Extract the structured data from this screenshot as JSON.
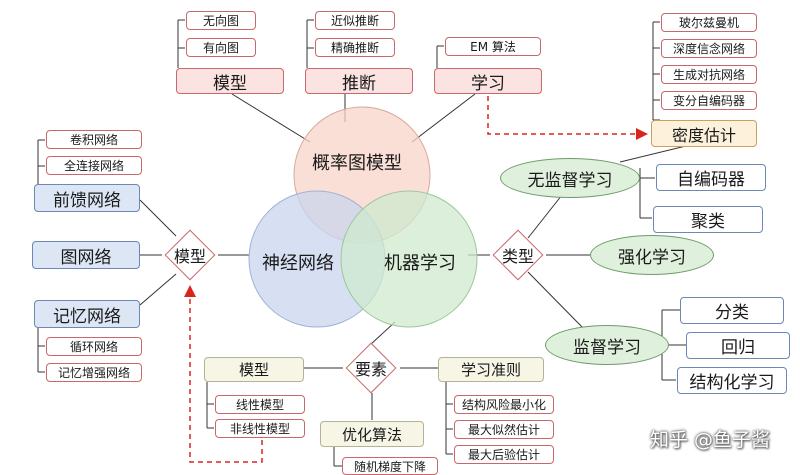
{
  "venn": {
    "pgm": "概率图模型",
    "nn": "神经网络",
    "ml": "机器学习"
  },
  "pgm_branch": {
    "model": {
      "label": "模型",
      "children": [
        "无向图",
        "有向图"
      ]
    },
    "inference": {
      "label": "推断",
      "children": [
        "近似推断",
        "精确推断"
      ]
    },
    "learning": {
      "label": "学习",
      "children": [
        "EM 算法"
      ]
    }
  },
  "density": {
    "label": "密度估计",
    "children": [
      "玻尔兹曼机",
      "深度信念网络",
      "生成对抗网络",
      "变分自编码器"
    ]
  },
  "ml_type": {
    "diamond": "类型",
    "unsupervised": {
      "label": "无监督学习",
      "children": [
        "自编码器",
        "聚类"
      ]
    },
    "reinforcement": "强化学习",
    "supervised": {
      "label": "监督学习",
      "children": [
        "分类",
        "回归",
        "结构化学习"
      ]
    }
  },
  "nn_model": {
    "diamond": "模型",
    "feedforward": {
      "label": "前馈网络",
      "children": [
        "卷积网络",
        "全连接网络"
      ]
    },
    "graph": "图网络",
    "memory": {
      "label": "记忆网络",
      "children": [
        "循环网络",
        "记忆增强网络"
      ]
    }
  },
  "elements": {
    "diamond": "要素",
    "model": {
      "label": "模型",
      "children": [
        "线性模型",
        "非线性模型"
      ]
    },
    "optimizer": {
      "label": "优化算法",
      "children": [
        "随机梯度下降"
      ]
    },
    "criterion": {
      "label": "学习准则",
      "children": [
        "结构风险最小化",
        "最大似然估计",
        "最大后验估计"
      ]
    }
  },
  "watermark": "知乎 @鱼子酱",
  "colors": {
    "red_border": "#c8686a",
    "red_fill": "#fbe3e1",
    "blue_border": "#6c88b5",
    "blue_fill": "#dce6f4",
    "green_fill": "#dff0dc",
    "cream_fill": "#f6f5e6",
    "dashed_arrow": "#d9251d"
  }
}
